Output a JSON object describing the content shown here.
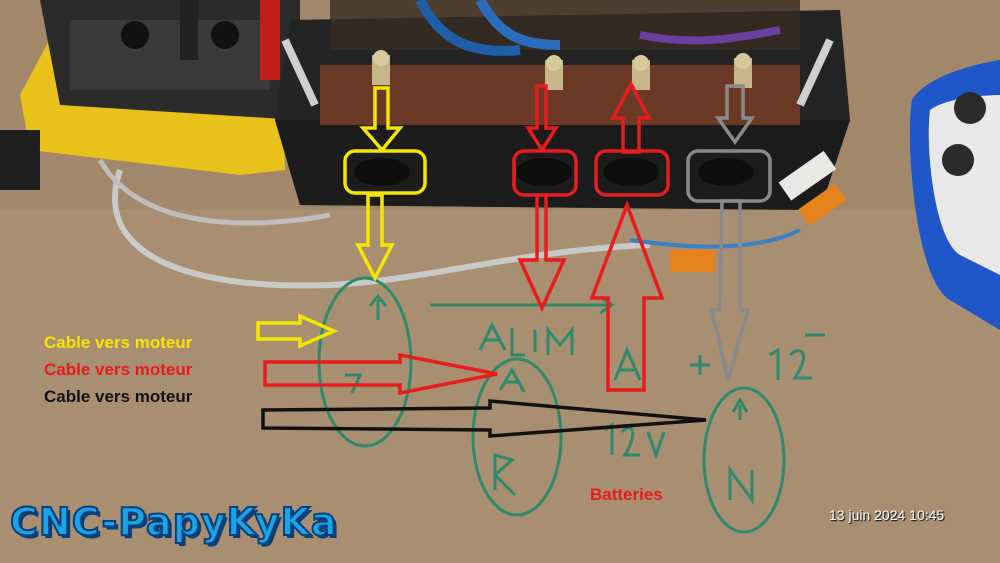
{
  "labels": {
    "cable_yellow": "Cable vers moteur",
    "cable_red": "Cable vers moteur",
    "cable_black": "Cable vers moteur",
    "batteries": "Batteries"
  },
  "watermark": "CNC-PapyKyKa",
  "timestamp": "13 juin 2024 10:45",
  "colors": {
    "yellow": "#f5e600",
    "red": "#e81c1c",
    "gray": "#8a8a8a",
    "black": "#111111",
    "marker_green": "#2e8a6a",
    "watermark_blue": "#1aa3e6"
  }
}
